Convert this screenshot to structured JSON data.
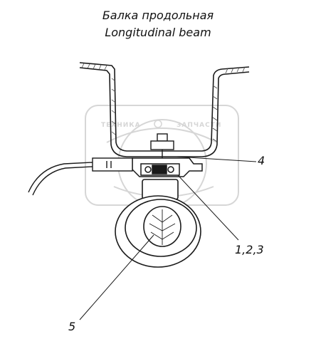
{
  "titles": {
    "russian": "Балка продольная",
    "english": "Longitudinal beam"
  },
  "watermark": {
    "text_left": "ТЕХНИКА",
    "text_right": "ЗАПЧАСТИ",
    "color": "#d6d6d6"
  },
  "callouts": {
    "item_4": "4",
    "item_123": "1,2,3",
    "item_5": "5"
  },
  "colors": {
    "line": "#1a1a1a",
    "hatch": "#444444",
    "watermark": "#d6d6d6"
  }
}
